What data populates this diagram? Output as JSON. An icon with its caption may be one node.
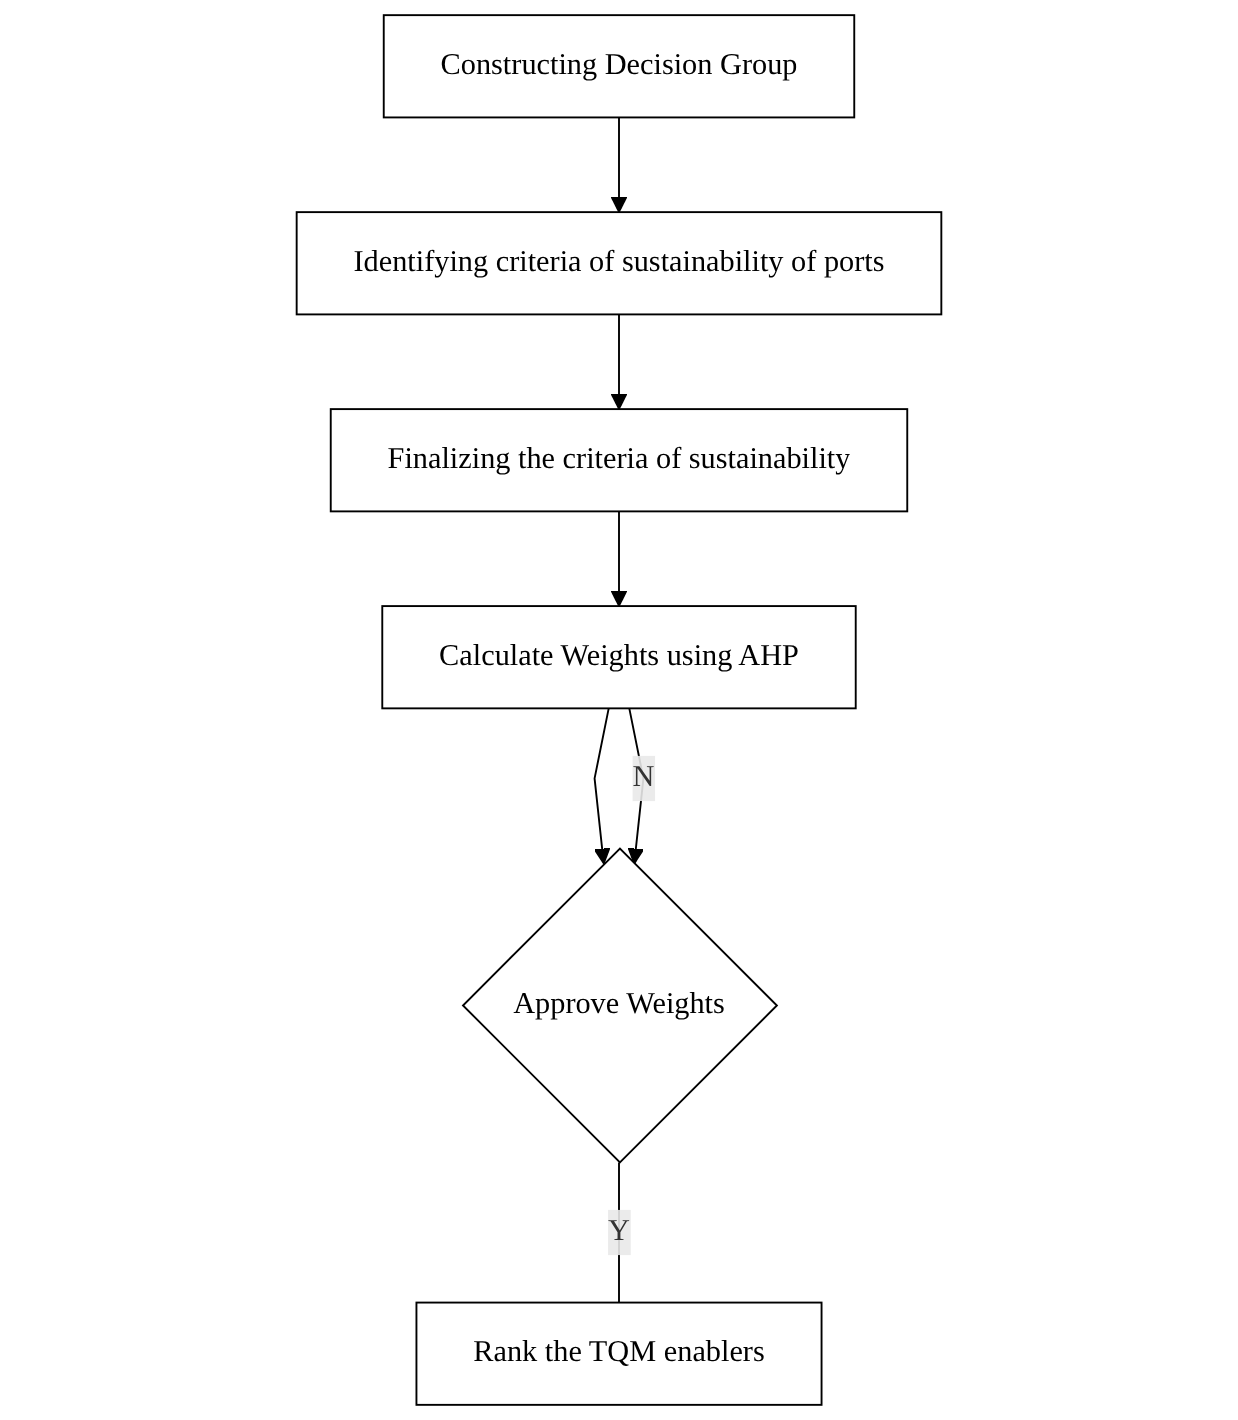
{
  "diagram": {
    "nodes": [
      {
        "text": [
          "Constructing Decision Group"
        ]
      },
      {
        "text": [
          "Identifying criteria of sustainability of ports"
        ]
      },
      {
        "text": [
          "Finalizing the criteria of sustainability"
        ]
      },
      {
        "text": [
          "Calculate Weights using AHP"
        ]
      },
      {
        "text": [
          "Approve Weights"
        ]
      },
      {
        "text": [
          "Rank the TQM enablers"
        ]
      }
    ],
    "edges": [
      {
        "from": 0,
        "to": 1,
        "arrow": "to"
      },
      {
        "from": 1,
        "to": 2,
        "arrow": "to"
      },
      {
        "from": 2,
        "to": 3,
        "arrow": "to"
      },
      {
        "from": 3,
        "to": 4,
        "arrow": "to"
      },
      {
        "from": 3,
        "to": 4,
        "label": "N",
        "arrow": "to"
      },
      {
        "from": 4,
        "to": 5,
        "label": "Y",
        "arrow": "none"
      }
    ]
  }
}
